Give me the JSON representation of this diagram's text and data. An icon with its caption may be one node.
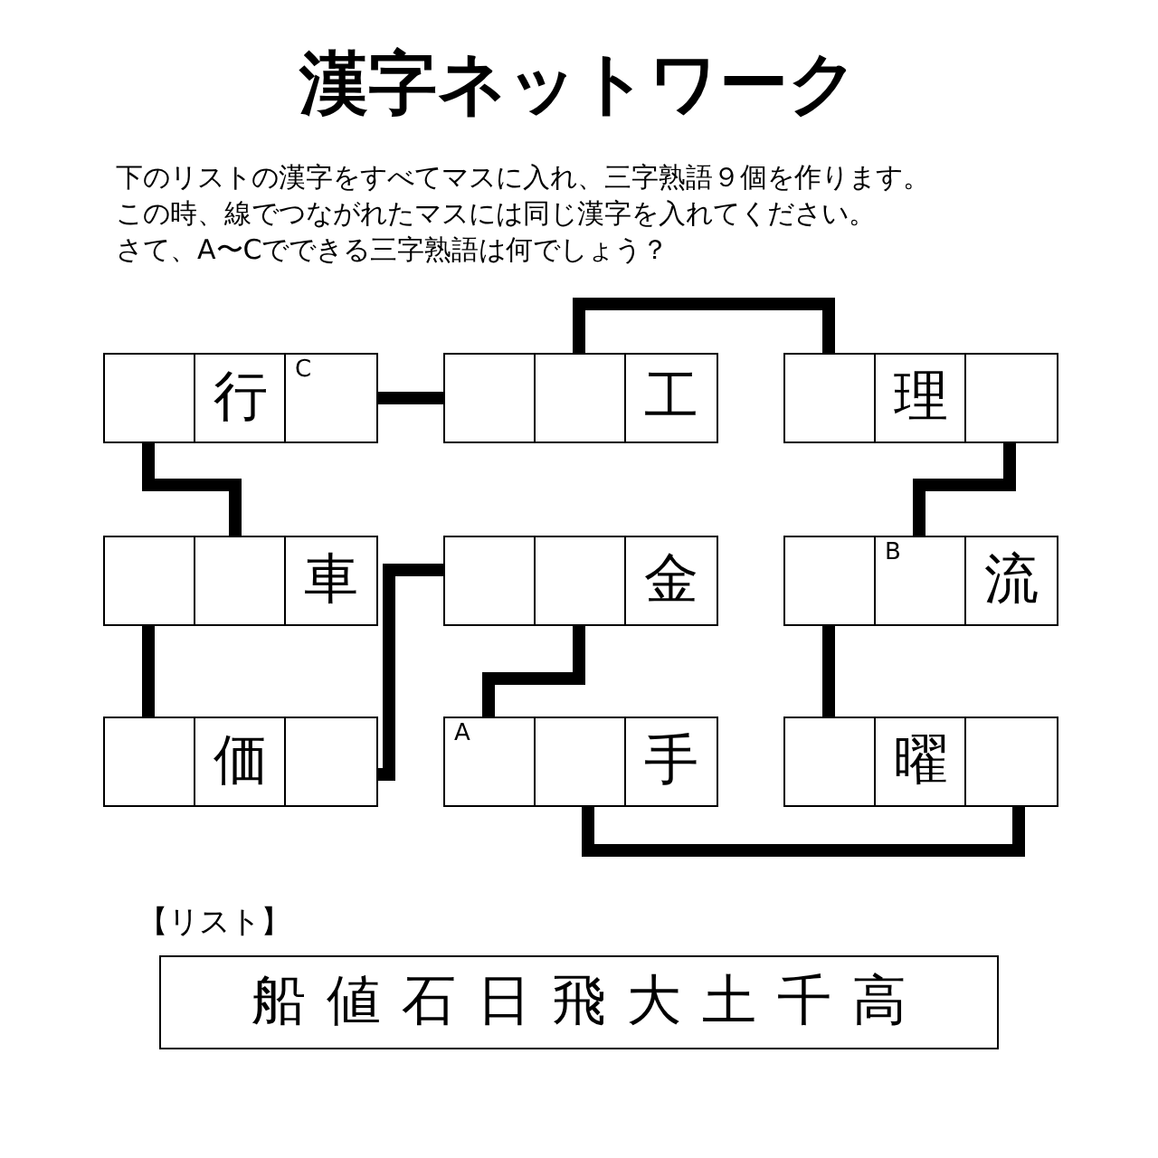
{
  "diagram": {
    "title": "漢字ネットワーク",
    "nodes": [
      {
        "text": [],
        "shape": "box"
      },
      {
        "text": [
          "行"
        ]
      },
      {
        "text": [
          "C"
        ]
      },
      {
        "text": [],
        "shape": "box"
      },
      {
        "text": [],
        "shape": "box"
      },
      {
        "text": [
          "工"
        ]
      },
      {
        "text": [],
        "shape": "box"
      },
      {
        "text": [
          "理"
        ]
      },
      {
        "text": [],
        "shape": "box"
      },
      {
        "text": [],
        "shape": "box"
      },
      {
        "text": [],
        "shape": "box"
      },
      {
        "text": [
          "車"
        ]
      },
      {
        "text": [],
        "shape": "box"
      },
      {
        "text": [],
        "shape": "box"
      },
      {
        "text": [
          "金"
        ]
      },
      {
        "text": [],
        "shape": "box"
      },
      {
        "text": [
          "B"
        ]
      },
      {
        "text": [
          "流"
        ]
      },
      {
        "text": [],
        "shape": "box"
      },
      {
        "text": [
          "価"
        ]
      },
      {
        "text": [],
        "shape": "box"
      },
      {
        "text": [
          "A"
        ]
      },
      {
        "text": [],
        "shape": "box"
      },
      {
        "text": [
          "手"
        ]
      },
      {
        "text": [],
        "shape": "box"
      },
      {
        "text": [
          "曜"
        ]
      },
      {
        "text": [],
        "shape": "box"
      },
      {
        "text": [
          "船 値 石 日 飛 大 土 千 高"
        ]
      }
    ],
    "edges": [
      {
        "from": 2,
        "to": 3,
        "arrow": "none"
      },
      {
        "from": 4,
        "to": 6,
        "arrow": "none"
      },
      {
        "from": 0,
        "to": 10,
        "arrow": "none"
      },
      {
        "from": 9,
        "to": 18,
        "arrow": "none"
      },
      {
        "from": 20,
        "to": 12,
        "arrow": "none"
      },
      {
        "from": 13,
        "to": 21,
        "arrow": "none"
      },
      {
        "from": 8,
        "to": 16,
        "arrow": "none"
      },
      {
        "from": 15,
        "to": 24,
        "arrow": "none"
      },
      {
        "from": 22,
        "to": 26,
        "arrow": "none"
      }
    ],
    "labels": [
      "下のリストの漢字をすべてマスに入れ、三字熟語９個を作ります。",
      "この時、線でつながれたマスには同じ漢字を入れてください。",
      "さて、A〜Cでできる三字熟語は何でしょう？",
      "【リスト】"
    ]
  }
}
